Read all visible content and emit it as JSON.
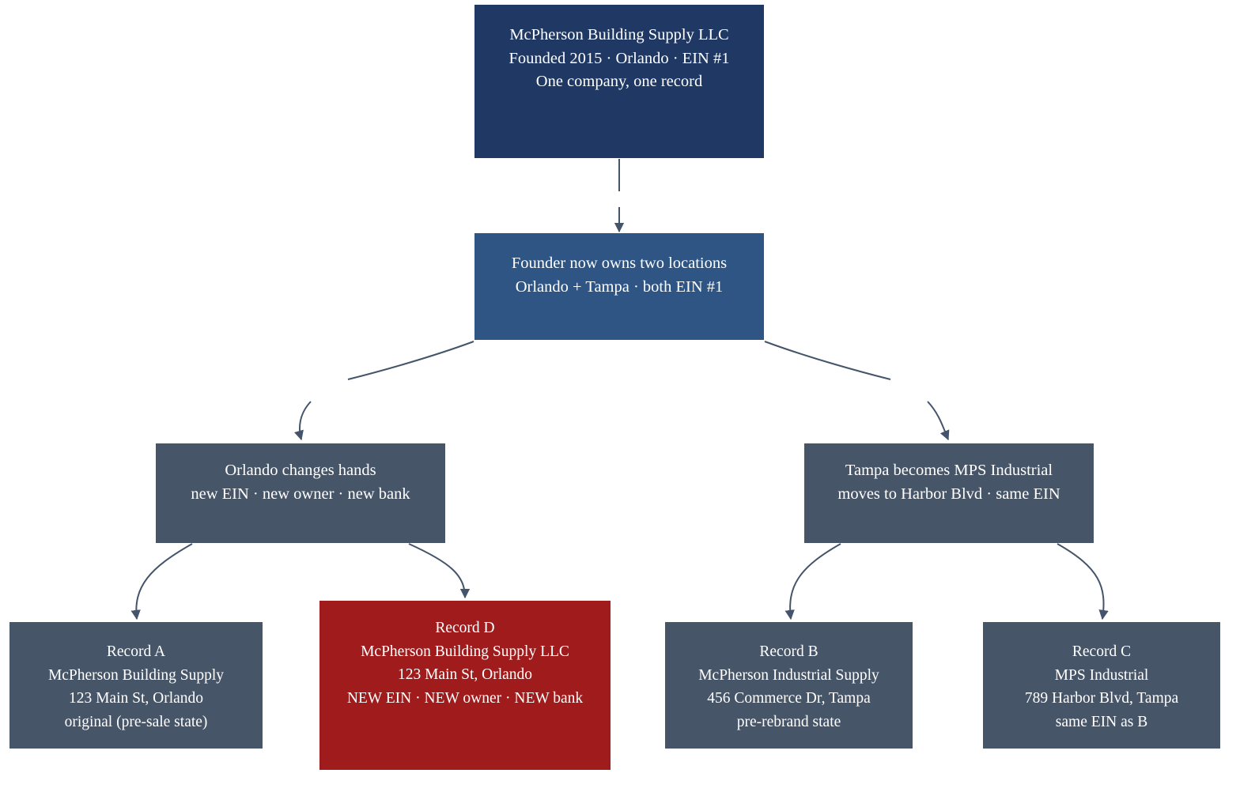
{
  "diagram": {
    "title": "McPherson Building Supply entity split flow",
    "type": "flowchart",
    "background": "#ffffff",
    "edge_color": "#44546a",
    "palette": {
      "navy": "#1f3864",
      "blue": "#2e5584",
      "slate": "#475569",
      "red": "#a01c1c",
      "text": "#ffffff"
    }
  },
  "nodes": {
    "root": {
      "id": "root",
      "color_name": "navy",
      "lines": [
        "McPherson Building Supply LLC",
        "Founded 2015 · Orlando · EIN #1",
        "One company, one record"
      ]
    },
    "two_locations": {
      "id": "two-locations",
      "color_name": "blue",
      "lines": [
        "Founder now owns two locations",
        "Orlando + Tampa · both EIN #1"
      ]
    },
    "orlando_branch": {
      "id": "orlando-branch",
      "color_name": "slate",
      "lines": [
        "Orlando changes hands",
        "new EIN · new owner · new bank"
      ]
    },
    "tampa_branch": {
      "id": "tampa-branch",
      "color_name": "slate",
      "lines": [
        "Tampa becomes MPS Industrial",
        "moves to Harbor Blvd · same EIN"
      ]
    },
    "record_a": {
      "id": "record-a",
      "color_name": "slate",
      "lines": [
        "Record A",
        "McPherson Building Supply",
        "123 Main St, Orlando",
        "original (pre-sale state)"
      ]
    },
    "record_d": {
      "id": "record-d",
      "color_name": "red",
      "lines": [
        "Record D",
        "McPherson Building Supply LLC",
        "123 Main St, Orlando",
        "NEW EIN · NEW owner · NEW bank"
      ]
    },
    "record_b": {
      "id": "record-b",
      "color_name": "slate",
      "lines": [
        "Record B",
        "McPherson Industrial Supply",
        "456 Commerce Dr, Tampa",
        "pre-rebrand state"
      ]
    },
    "record_c": {
      "id": "record-c",
      "color_name": "slate",
      "lines": [
        "Record C",
        "MPS Industrial",
        "789 Harbor Blvd, Tampa",
        "same EIN as B"
      ]
    }
  },
  "edges": [
    {
      "id": "edge-root-to-two-locations",
      "from": "root",
      "to": "two_locations"
    },
    {
      "id": "edge-two-locations-to-orlando",
      "from": "two_locations",
      "to": "orlando_branch"
    },
    {
      "id": "edge-two-locations-to-tampa",
      "from": "two_locations",
      "to": "tampa_branch"
    },
    {
      "id": "edge-orlando-to-record-a",
      "from": "orlando_branch",
      "to": "record_a"
    },
    {
      "id": "edge-orlando-to-record-d",
      "from": "orlando_branch",
      "to": "record_d"
    },
    {
      "id": "edge-tampa-to-record-b",
      "from": "tampa_branch",
      "to": "record_b"
    },
    {
      "id": "edge-tampa-to-record-c",
      "from": "tampa_branch",
      "to": "record_c"
    }
  ]
}
